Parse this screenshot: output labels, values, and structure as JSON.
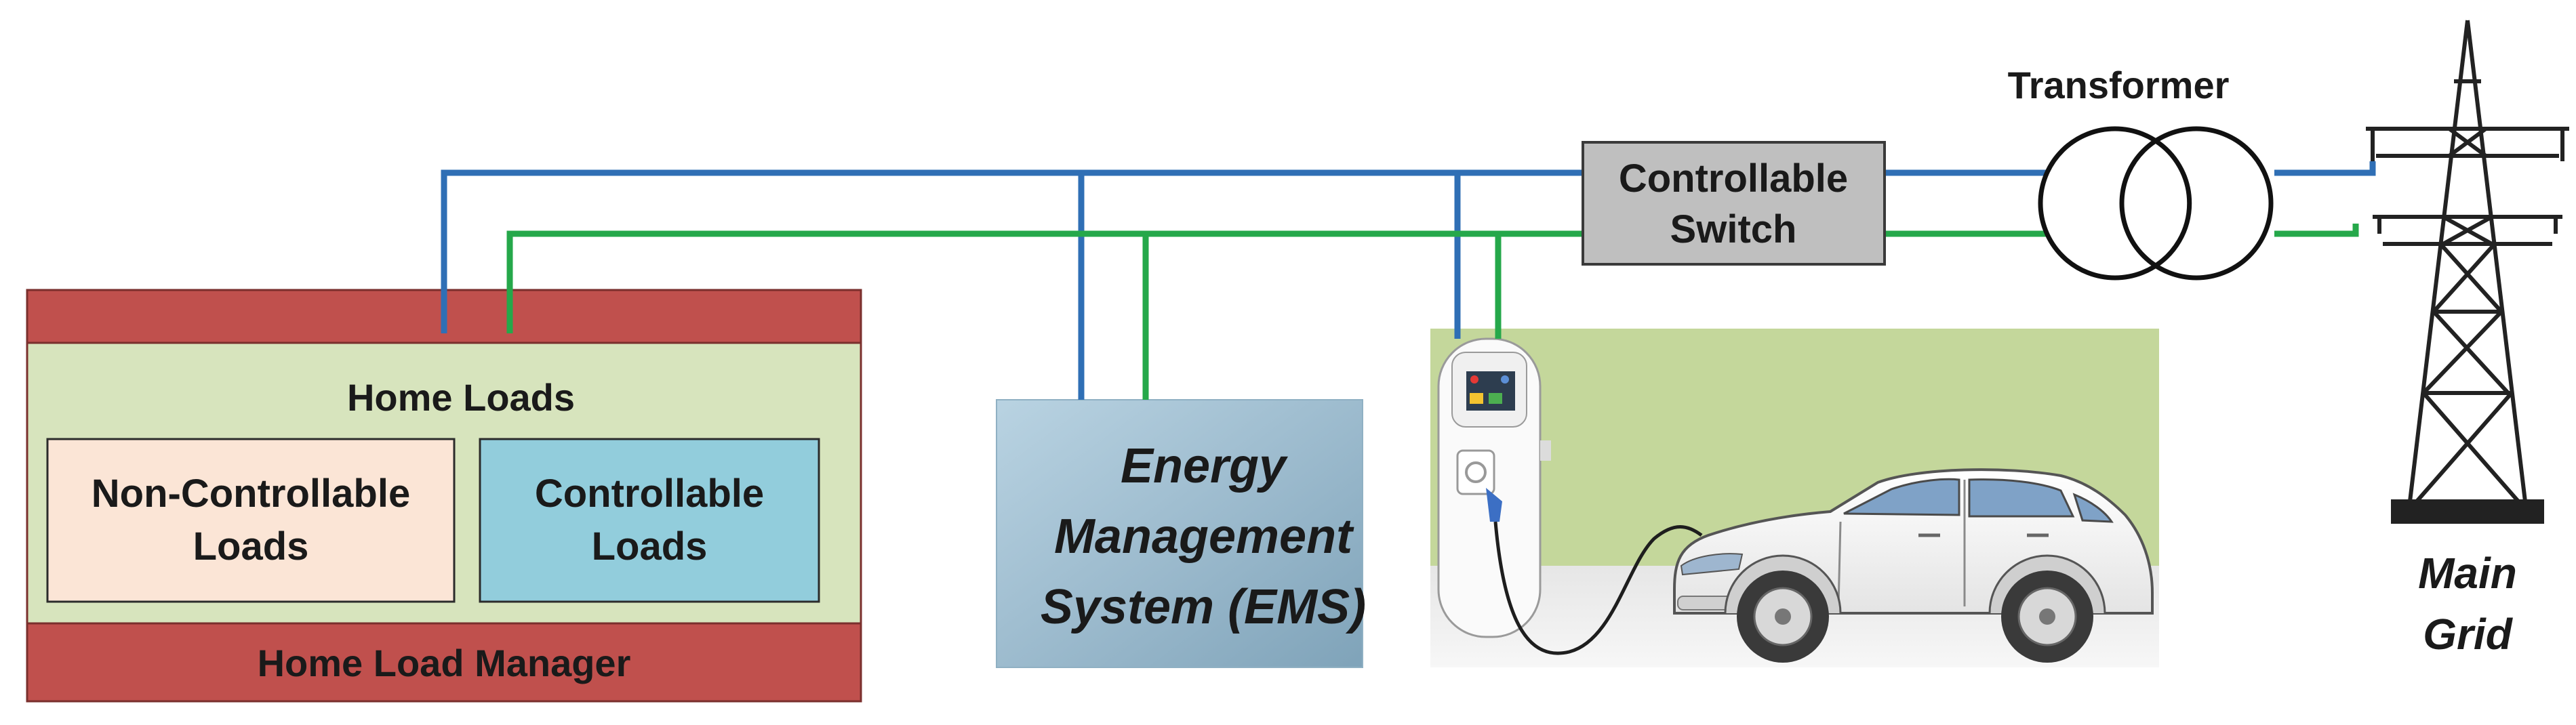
{
  "home": {
    "title": "Home Loads",
    "non_controllable": [
      "Non-Controllable",
      "Loads"
    ],
    "controllable": [
      "Controllable",
      "Loads"
    ],
    "manager": "Home Load Manager"
  },
  "ems": {
    "lines": [
      "Energy",
      "Management",
      "System (EMS)"
    ]
  },
  "switch": {
    "lines": [
      "Controllable",
      "Switch"
    ]
  },
  "transformer": {
    "label": "Transformer"
  },
  "grid": {
    "lines": [
      "Main",
      "Grid"
    ]
  },
  "colors": {
    "power_line": "#2f6fb5",
    "comm_line": "#25a84a",
    "manager_red": "#c0504d",
    "home_green": "#d7e4bd",
    "noncontrollable_bg": "#fbe5d6",
    "controllable_bg": "#92cddc",
    "switch_gray": "#bfbfbf",
    "ems_blue": "#9ab9cc",
    "ev_wall": "#c4d79b"
  }
}
